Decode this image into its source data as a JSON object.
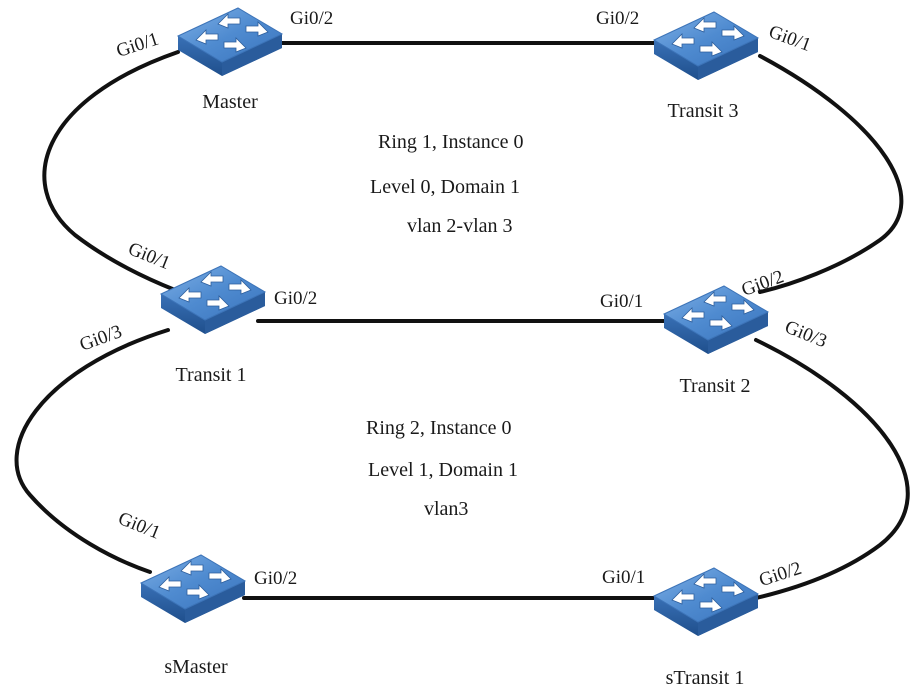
{
  "nodes": {
    "master": {
      "name": "Master"
    },
    "transit3": {
      "name": "Transit 3"
    },
    "transit1": {
      "name": "Transit 1"
    },
    "transit2": {
      "name": "Transit 2"
    },
    "smaster": {
      "name": "sMaster"
    },
    "stransit1": {
      "name": "sTransit 1"
    }
  },
  "ports": {
    "master_gi01": "Gi0/1",
    "master_gi02": "Gi0/2",
    "transit3_gi02": "Gi0/2",
    "transit3_gi01": "Gi0/1",
    "transit1_gi01": "Gi0/1",
    "transit1_gi02": "Gi0/2",
    "transit1_gi03": "Gi0/3",
    "transit2_gi01": "Gi0/1",
    "transit2_gi02": "Gi0/2",
    "transit2_gi03": "Gi0/3",
    "smaster_gi01": "Gi0/1",
    "smaster_gi02": "Gi0/2",
    "stransit1_gi01": "Gi0/1",
    "stransit1_gi02": "Gi0/2"
  },
  "rings": [
    {
      "line1": "Ring 1,  Instance 0",
      "line2": "Level 0,  Domain 1",
      "line3": "vlan 2-vlan 3"
    },
    {
      "line1": "Ring 2,  Instance 0",
      "line2": "Level 1,  Domain 1",
      "line3": "vlan3"
    }
  ],
  "colors": {
    "switch_top": "#5b95d6",
    "switch_side": "#2c5f9e",
    "link": "#111111"
  }
}
